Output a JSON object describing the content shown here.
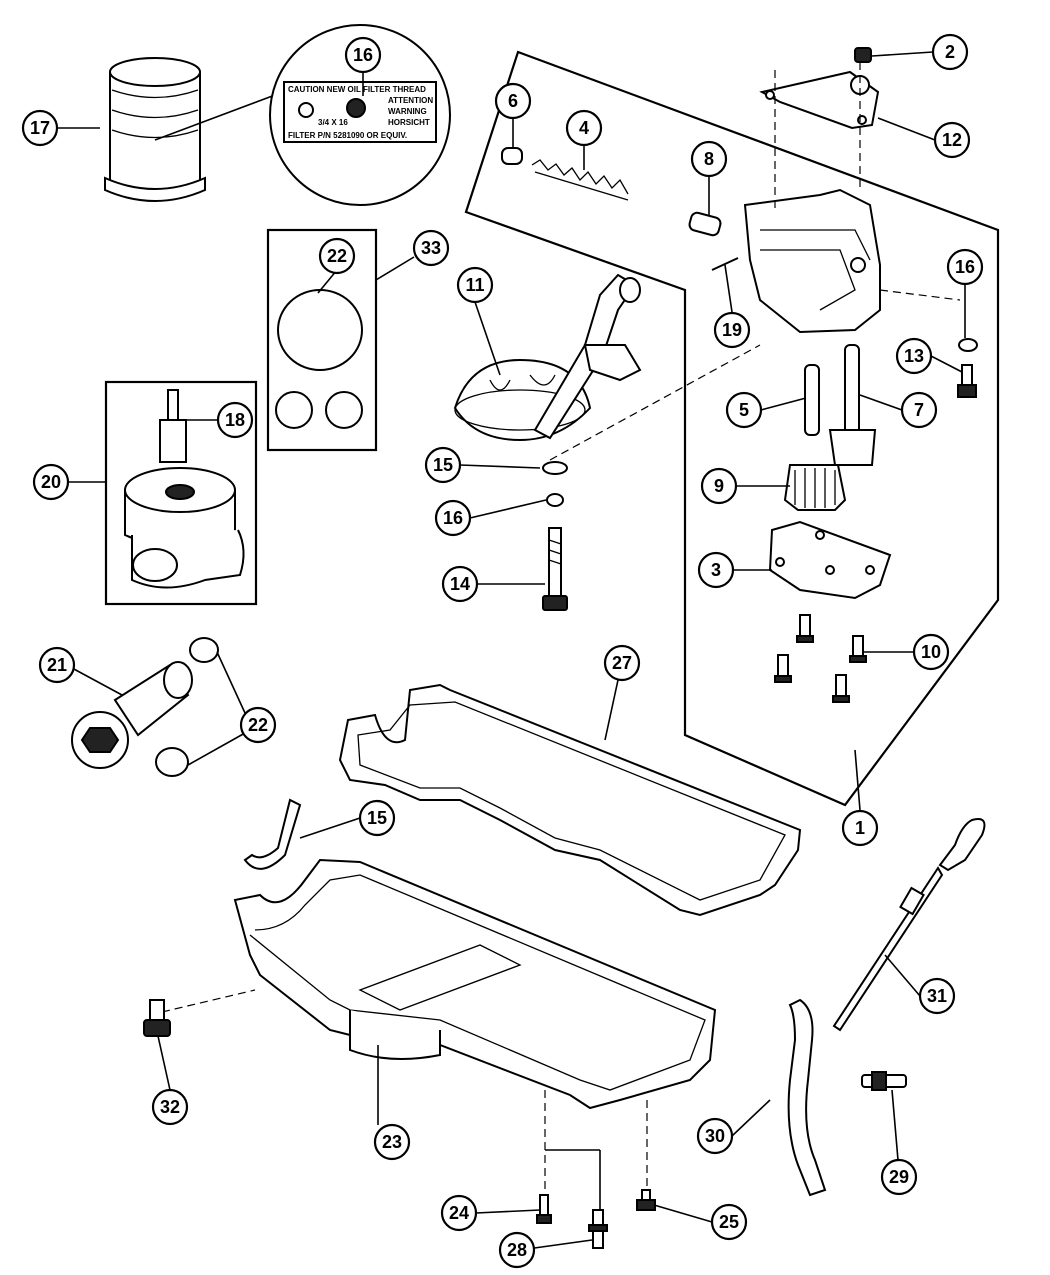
{
  "diagram": {
    "callouts": {
      "c1": "1",
      "c2": "2",
      "c3": "3",
      "c4": "4",
      "c5": "5",
      "c6": "6",
      "c7": "7",
      "c8": "8",
      "c9": "9",
      "c10": "10",
      "c11": "11",
      "c12": "12",
      "c13": "13",
      "c14": "14",
      "c15a": "15",
      "c15b": "15",
      "c16a": "16",
      "c16b": "16",
      "c16c": "16",
      "c17": "17",
      "c18": "18",
      "c19": "19",
      "c20": "20",
      "c21": "21",
      "c22a": "22",
      "c22b": "22",
      "c23": "23",
      "c24": "24",
      "c25": "25",
      "c27": "27",
      "c28": "28",
      "c29": "29",
      "c30": "30",
      "c31": "31",
      "c32": "32",
      "c33": "33"
    },
    "filter_label": {
      "line1": "CAUTION  NEW OIL FILTER THREAD",
      "line2": "ATTENTION",
      "line3": "WARNING",
      "line4": "HORSICHT",
      "size": "3/4 X 16",
      "line5": "FILTER P/N 5281090 OR EQUIV."
    }
  }
}
